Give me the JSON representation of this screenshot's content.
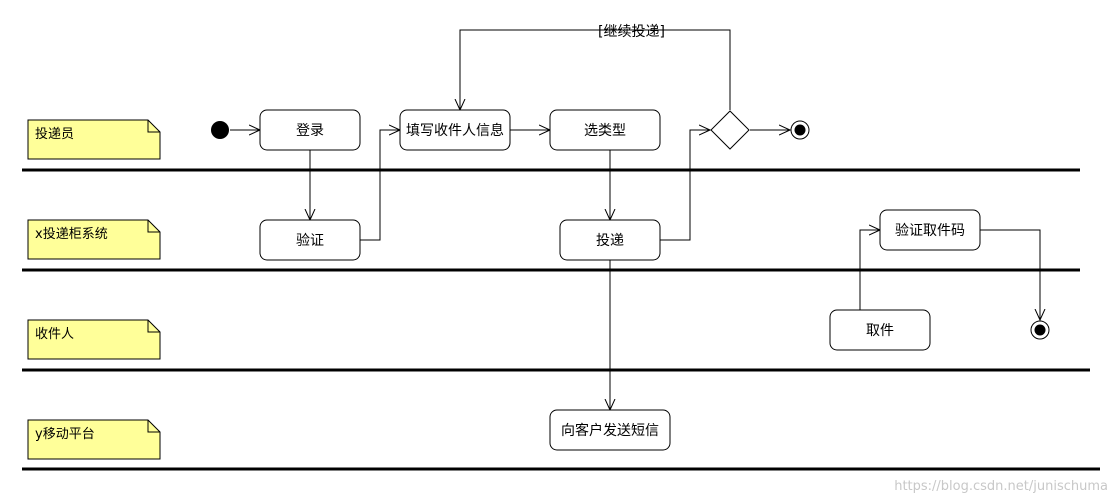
{
  "lanes": {
    "courier": "投递员",
    "locker_system": "x投递柜系统",
    "recipient": "收件人",
    "mobile_platform": "y移动平台"
  },
  "nodes": {
    "login": "登录",
    "fill_info": "填写收件人信息",
    "select_type": "选类型",
    "verify": "验证",
    "deliver": "投递",
    "verify_pickup_code": "验证取件码",
    "pickup": "取件",
    "send_sms": "向客户发送短信"
  },
  "guards": {
    "continue_delivery": "[继续投递]"
  },
  "watermark": "https://blog.csdn.net/junischuma"
}
